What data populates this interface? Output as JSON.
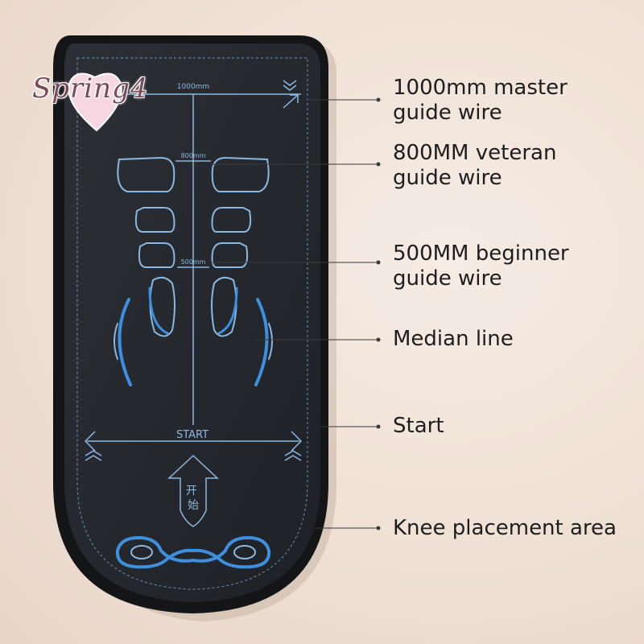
{
  "watermark": "Spring4",
  "mat": {
    "label_1000": "1000mm",
    "label_800": "800mm",
    "label_500": "500mm",
    "start_label": "START",
    "start_glyphs": "开始"
  },
  "callouts": [
    {
      "id": "master",
      "line1": "1000mm master",
      "line2": "guide wire"
    },
    {
      "id": "veteran",
      "line1": "800MM veteran",
      "line2": "guide wire"
    },
    {
      "id": "beginner",
      "line1": "500MM beginner",
      "line2": "guide wire"
    },
    {
      "id": "median",
      "line1": "Median line",
      "line2": ""
    },
    {
      "id": "start",
      "line1": "Start",
      "line2": ""
    },
    {
      "id": "knee",
      "line1": "Knee placement area",
      "line2": ""
    }
  ],
  "colors": {
    "mat": "#23272c",
    "mat_edge": "#111315",
    "accent": "#8bb8e0",
    "accent_strong": "#3d8fe0",
    "leader": "#3a3a3a"
  }
}
